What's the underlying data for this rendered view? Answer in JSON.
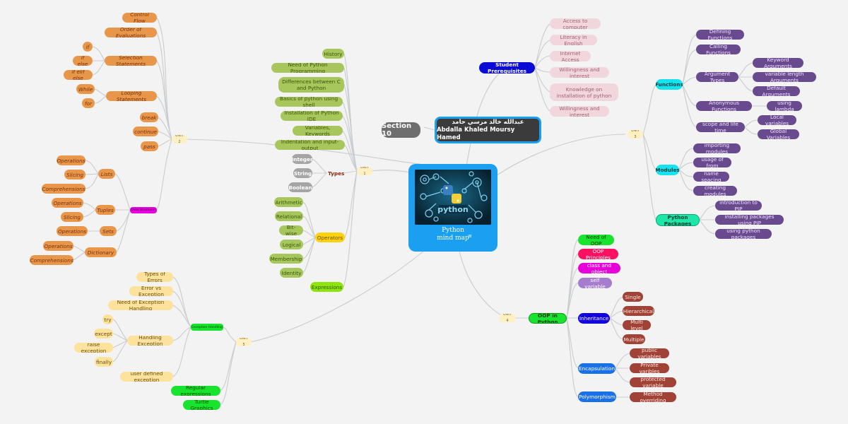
{
  "title": {
    "line1": "Python",
    "line2": "mind map"
  },
  "section": "Section 10",
  "author": {
    "arabic": "عبدالله خالد مرسي حامد",
    "english": "Abdalla Khaled Moursy Hamed"
  },
  "nodes": {
    "unit2": "UNIT 2",
    "control_flow": "Control Flow",
    "order_eval": "Order of Evaluations",
    "selection": "Selection Statements",
    "if": "if",
    "if_else": "if else",
    "if_elif_else": "if elif else",
    "looping": "Looping Statements",
    "while": "While",
    "for": "for",
    "break": "break",
    "continue": "continue",
    "pass": "pass",
    "data_structures": "Data Structures",
    "lists": "Lists",
    "l_ops": "Operations",
    "l_slicing": "Slicing",
    "l_comp": "Comprehensions",
    "tuples": "Tuples",
    "t_ops": "Operations",
    "t_slicing": "Slicing",
    "sets": "Sets",
    "s_ops": "Operations",
    "dictionary": "Dictionary",
    "d_ops": "Operations",
    "d_comp": "Comprehensions",
    "unit1": "UNIT 1",
    "history": "History",
    "need_python": "Need of Python Programming",
    "diff_c_py": "Differences between C and Python",
    "basics_shell": "Basics of python using shell",
    "install_ide": "Installation of Python IDE",
    "variables": "Variables, Keywords",
    "indent_io": "Indentation and input-output",
    "types": "Types",
    "integer": "Integer",
    "string": "String",
    "boolean": "Boolean",
    "operators": "Operators",
    "arith": "Arithmetic",
    "relational": "Relational",
    "bitwise": "Bit-wise",
    "logical": "Logical",
    "membership": "Membership",
    "identity": "Identity",
    "expressions": "Expressions",
    "unit5": "UNIT 5",
    "exception_handling": "Exception Handling",
    "types_errors": "Types of Errors",
    "error_vs_exc": "Error vs Exception",
    "need_exc": "Need of Exception Handling",
    "handling_exc": "Handling Exception",
    "try": "try",
    "except": "except",
    "raise": "raise exception",
    "finally": "finally",
    "user_exc": "user defined exception",
    "regex": "Regular expressions",
    "turtle": "Turtle Graphics",
    "student_prereq": "Student Prerequisites",
    "access_pc": "Access to computer",
    "literacy": "Literacy in English",
    "internet": "Internet Access",
    "willingness1": "Willingness and interest",
    "knowledge_install": "Knowledge on installation of python",
    "willingness2": "Willingness and interest",
    "unit3": "UNIT 3",
    "functions": "Functions",
    "defining_f": "Defining Functions",
    "calling_f": "Calling Functions",
    "arg_types": "Argument Types",
    "kw_args": "Keyword Arguments",
    "var_args": "variable length Arguments",
    "def_args": "Default Arguments",
    "anon_f": "Anonymous Functions",
    "lambda": "using lambda",
    "scope": "scope and life time",
    "local_vars": "Local variables",
    "global_vars": "Global Variables",
    "modules": "Modules",
    "importing": "importing modules",
    "usage_from": "usage of from",
    "namespacing": "name spacing",
    "creating_mod": "creating modules",
    "packages": "Python Packages",
    "pip_intro": "introduction to PIP",
    "pip_install": "installing packages using PIP",
    "pkg_use": "using python packages",
    "unit4": "UNIT 4",
    "oop": "OOP in Python",
    "need_oop": "Need of OOP",
    "oop_principles": "OOP Principles",
    "class_obj": "class and object",
    "self_var": "self variable",
    "inheritance": "Inheritance",
    "single": "Single",
    "hierarchical": "Hierarchical",
    "multilevel": "Multi level",
    "multiple": "Multiple",
    "encapsulation": "Encapsulation",
    "public_vars": "public variables",
    "private_vars": "Private varibles",
    "protected_vars": "protected variable",
    "polymorphism": "Polymorphism",
    "method_override": "Method overriding"
  },
  "colors": {
    "central": "#1b9ff0",
    "level1_orange": "#e8974a",
    "unit1_green": "#a7c65c",
    "unit5_yellow": "#fce29a",
    "prereq_pink": "#f1d6dd",
    "unit3_purple": "#6a4a8e",
    "unit4_maroon": "#a04236",
    "student_prereq_blue": "#0b0bd6",
    "functions_cyan": "#14e4f0",
    "packages_teal": "#1de6a8",
    "data_structures_magenta": "#e800e0",
    "exception_green": "#18e32e"
  }
}
